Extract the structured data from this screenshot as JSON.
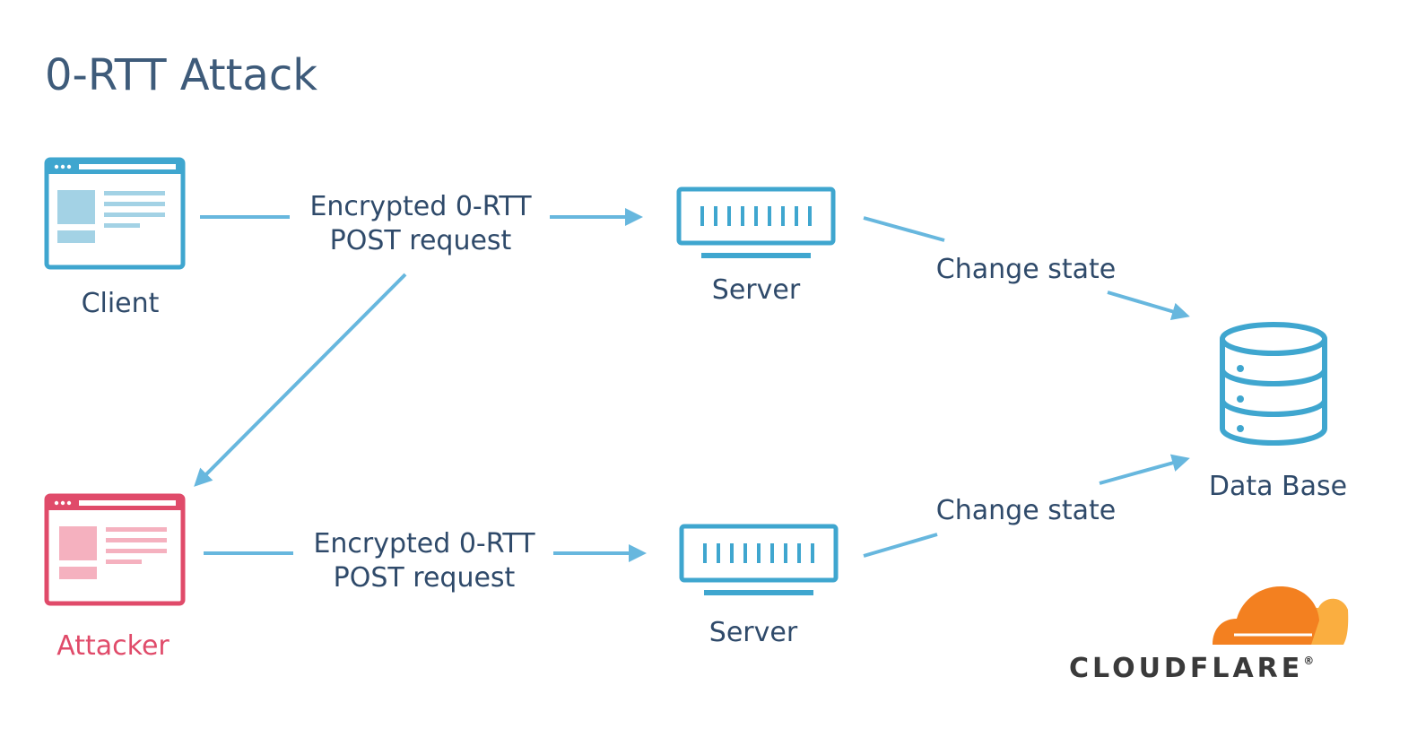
{
  "title": "0-RTT Attack",
  "nodes": {
    "client": {
      "label": "Client"
    },
    "attacker": {
      "label": "Attacker"
    },
    "server_top": {
      "label": "Server"
    },
    "server_bottom": {
      "label": "Server"
    },
    "database": {
      "label": "Data Base"
    }
  },
  "edges": {
    "client_to_server": {
      "line1": "Encrypted 0-RTT",
      "line2": "POST request"
    },
    "attacker_to_server": {
      "line1": "Encrypted 0-RTT",
      "line2": "POST request"
    },
    "server_top_to_db": {
      "label": "Change state"
    },
    "server_bottom_to_db": {
      "label": "Change state"
    }
  },
  "logo": {
    "text": "CLOUDFLARE",
    "trademark": "®"
  },
  "colors": {
    "blue": "#3fa6cf",
    "light_blue": "#a3d2e5",
    "arrow": "#67b7de",
    "red": "#e04b6a",
    "light_red": "#f5b1bf",
    "orange": "#f38020",
    "light_orange": "#faae40",
    "text": "#2f4a6a"
  }
}
